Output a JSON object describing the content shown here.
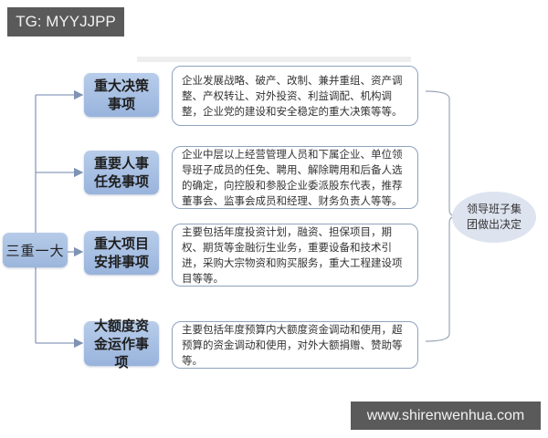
{
  "watermarks": {
    "top_left": "TG: MYYJJPP",
    "bottom_right": "www.shirenwenhua.com"
  },
  "diagram": {
    "root": {
      "label": "三重一大"
    },
    "categories": [
      {
        "label": "重大决策事项",
        "description": "企业发展战略、破产、改制、兼并重组、资产调整、产权转让、对外投资、利益调配、机构调整，企业党的建设和安全稳定的重大决策等等。"
      },
      {
        "label": "重要人事任免事项",
        "description": "企业中层以上经营管理人员和下属企业、单位领导班子成员的任免、聘用、解除聘用和后备人选的确定，向控股和参股企业委派股东代表，推荐董事会、监事会成员和经理、财务负责人等等。"
      },
      {
        "label": "重大项目安排事项",
        "description": "主要包括年度投资计划，融资、担保项目，期权、期货等金融衍生业务，重要设备和技术引进，采购大宗物资和购买服务，重大工程建设项目等等。"
      },
      {
        "label": "大额度资金运作事项",
        "description": "主要包括年度预算内大额度资金调动和使用，超预算的资金调动和使用，对外大额捐赠、赞助等等。"
      }
    ],
    "decision": {
      "label": "领导班子集团做出决定"
    },
    "colors": {
      "box_fill_top": "#b8cdea",
      "box_fill_bottom": "#98b3dc",
      "connector": "#7f93b5",
      "desc_border": "#8fa2bd",
      "decision_fill": "#dde3ef",
      "watermark_bg": "#5a5a5a"
    }
  }
}
